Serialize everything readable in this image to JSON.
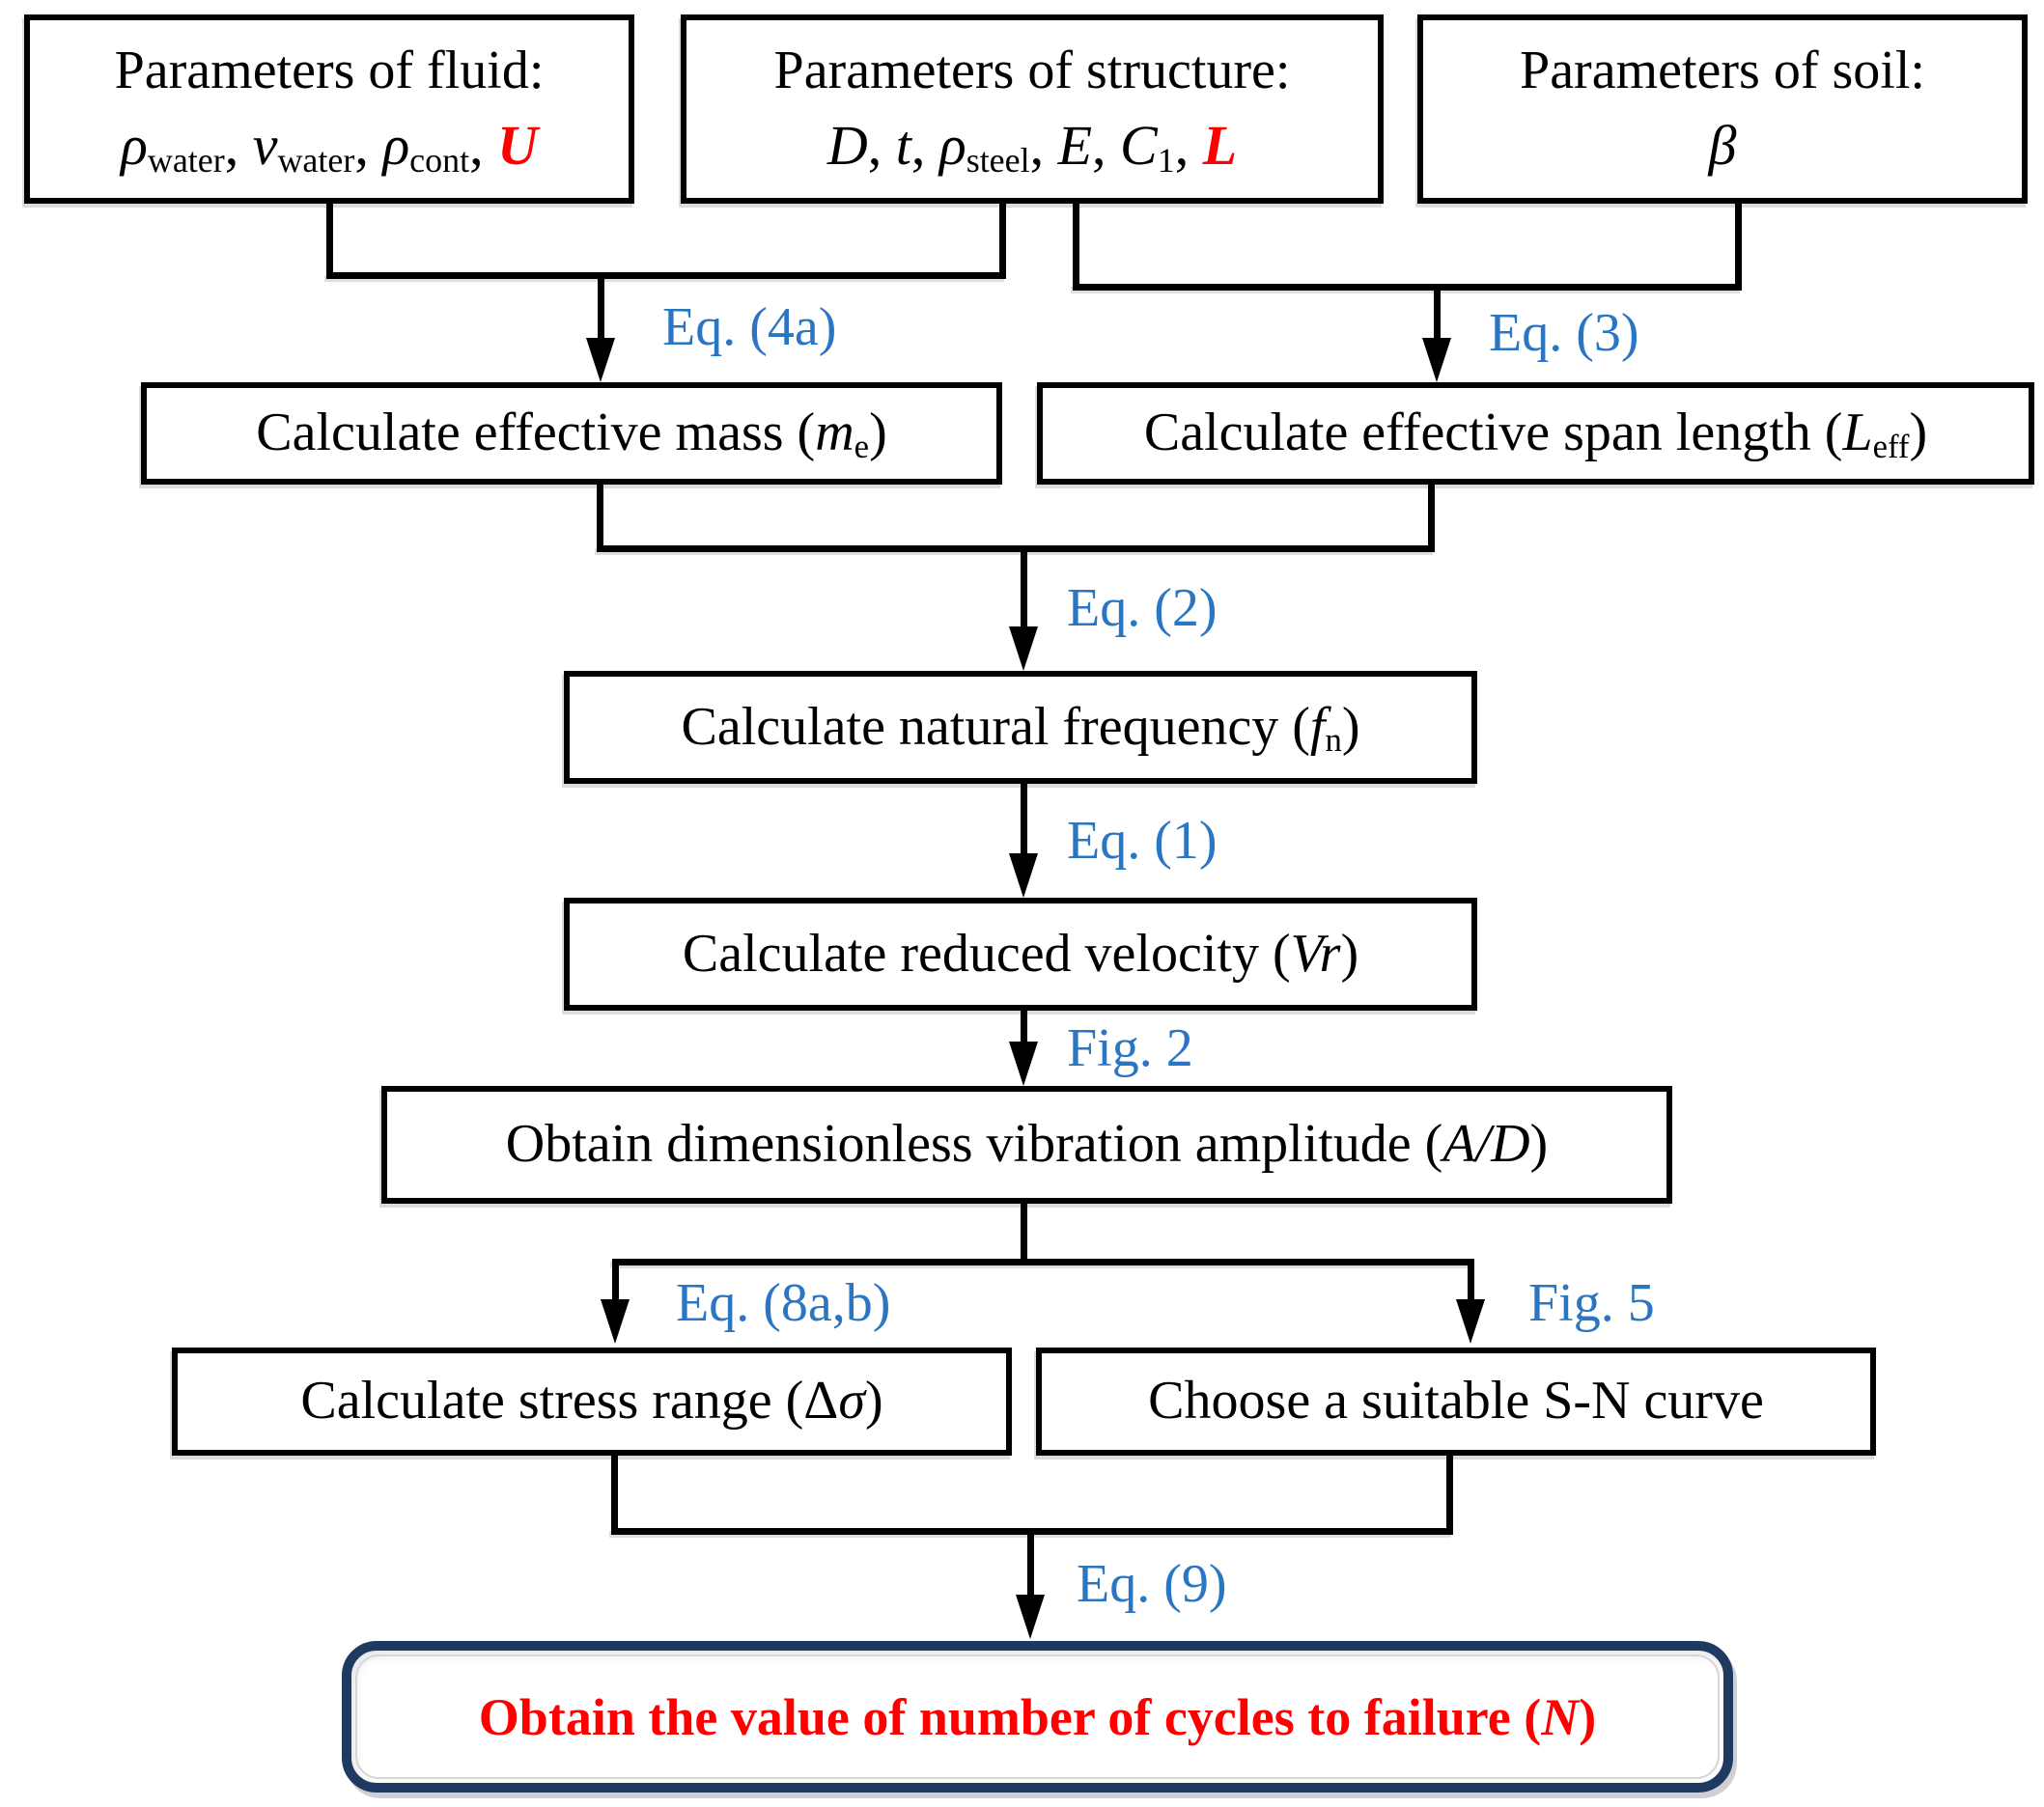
{
  "colors": {
    "line_black": "#000000",
    "label_blue": "#2B76C2",
    "highlight_red": "#FF0000",
    "final_border_navy": "#1F3A60",
    "final_text_red": "#FF0000",
    "box_bg": "#FFFFFF",
    "page_bg": "#FFFFFF"
  },
  "boxes": {
    "fluid": {
      "title": "Parameters of fluid:",
      "params": [
        {
          "t": "ρ",
          "i": true
        },
        {
          "t": "water",
          "sub": true
        },
        {
          "t": ", "
        },
        {
          "t": "v",
          "i": true
        },
        {
          "t": "water",
          "sub": true
        },
        {
          "t": ", "
        },
        {
          "t": "ρ",
          "i": true
        },
        {
          "t": "cont",
          "sub": true
        },
        {
          "t": ", "
        },
        {
          "t": "U",
          "i": true,
          "b": true,
          "red": true
        }
      ]
    },
    "structure": {
      "title": "Parameters of structure:",
      "params": [
        {
          "t": "D",
          "i": true
        },
        {
          "t": ", "
        },
        {
          "t": "t",
          "i": true
        },
        {
          "t": ", "
        },
        {
          "t": "ρ",
          "i": true
        },
        {
          "t": "steel",
          "sub": true
        },
        {
          "t": ", "
        },
        {
          "t": "E",
          "i": true
        },
        {
          "t": ", "
        },
        {
          "t": "C",
          "i": true
        },
        {
          "t": "1",
          "sub": true
        },
        {
          "t": ", "
        },
        {
          "t": "L",
          "i": true,
          "b": true,
          "red": true
        }
      ]
    },
    "soil": {
      "title": "Parameters of soil:",
      "params": [
        {
          "t": "β",
          "i": true
        }
      ]
    },
    "effective_mass": {
      "text": [
        {
          "t": "Calculate effective mass ("
        },
        {
          "t": "m",
          "i": true
        },
        {
          "t": "e",
          "sub": true
        },
        {
          "t": ")"
        }
      ]
    },
    "effective_span": {
      "text": [
        {
          "t": "Calculate effective span length ("
        },
        {
          "t": "L",
          "i": true
        },
        {
          "t": "eff",
          "sub": true
        },
        {
          "t": ")"
        }
      ]
    },
    "natural_frequency": {
      "text": [
        {
          "t": "Calculate natural frequency ("
        },
        {
          "t": "f",
          "i": true
        },
        {
          "t": "n",
          "sub": true
        },
        {
          "t": ")"
        }
      ]
    },
    "reduced_velocity": {
      "text": [
        {
          "t": "Calculate reduced velocity ("
        },
        {
          "t": "Vr",
          "i": true
        },
        {
          "t": ")"
        }
      ]
    },
    "vibration_amplitude": {
      "text": [
        {
          "t": "Obtain dimensionless vibration amplitude ("
        },
        {
          "t": "A/D",
          "i": true
        },
        {
          "t": ")"
        }
      ]
    },
    "stress_range": {
      "text": [
        {
          "t": "Calculate stress range (Δ"
        },
        {
          "t": "σ",
          "i": true
        },
        {
          "t": ")"
        }
      ]
    },
    "sn_curve": {
      "text": [
        {
          "t": "Choose a suitable S-N curve"
        }
      ]
    },
    "cycles_failure": {
      "text": [
        {
          "t": "Obtain the value of number of cycles to failure ("
        },
        {
          "t": "N",
          "i": true,
          "b": true
        },
        {
          "t": ")"
        }
      ]
    }
  },
  "labels": {
    "eq4a": "Eq. (4a)",
    "eq3": "Eq. (3)",
    "eq2": "Eq. (2)",
    "eq1": "Eq. (1)",
    "fig2": "Fig. 2",
    "eq8ab": "Eq. (8a,b)",
    "fig5": "Fig. 5",
    "eq9": "Eq. (9)"
  }
}
